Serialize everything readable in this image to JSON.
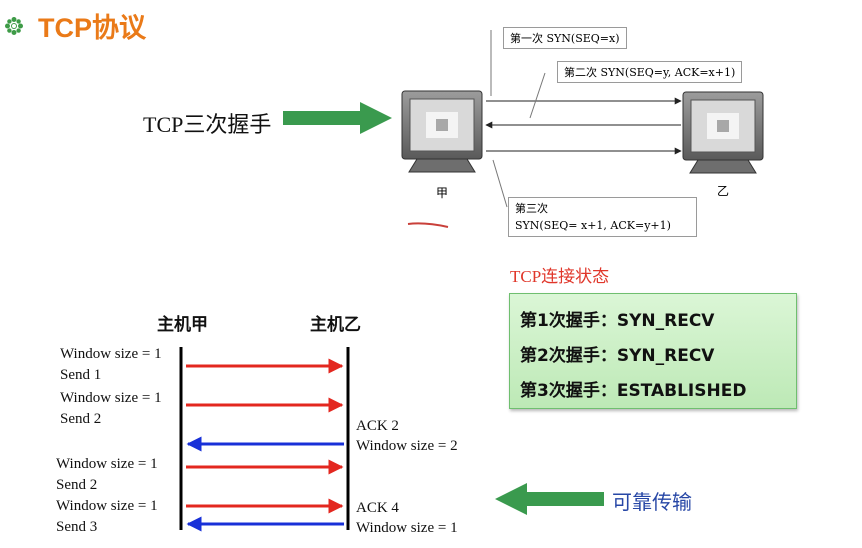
{
  "title": "TCP协议",
  "handshake": {
    "label": "TCP三次握手",
    "host_left": "甲",
    "host_right": "乙",
    "msg1": "第一次 SYN(SEQ=x)",
    "msg2": "第二次 SYN(SEQ=y, ACK=x+1)",
    "msg3_line1": "第三次",
    "msg3_line2": "SYN(SEQ= x+1, ACK=y+1)"
  },
  "status": {
    "title": "TCP连接状态",
    "lines": [
      "第1次握手：SYN_RECV",
      "第2次握手：SYN_RECV",
      "第3次握手：ESTABLISHED"
    ]
  },
  "window": {
    "host_a": "主机甲",
    "host_b": "主机乙",
    "left_labels": [
      {
        "line1": "Window size = 1",
        "line2": "Send 1"
      },
      {
        "line1": "Window size = 1",
        "line2": "Send 2"
      },
      {
        "line1": "Window size = 1",
        "line2": "Send 2"
      },
      {
        "line1": "Window size = 1",
        "line2": "Send 3"
      }
    ],
    "right_labels": [
      {
        "line1": "ACK 2",
        "line2": "Window size = 2"
      },
      {
        "line1": "ACK 4",
        "line2": "Window size = 1"
      }
    ],
    "reliable_label": "可靠传输"
  },
  "colors": {
    "title": "#ea7a18",
    "send_arrow": "#e3271f",
    "ack_arrow": "#1830d8",
    "big_arrow": "#3a9a4e",
    "status_title": "#e0362a",
    "reliable_label": "#2747a6"
  }
}
